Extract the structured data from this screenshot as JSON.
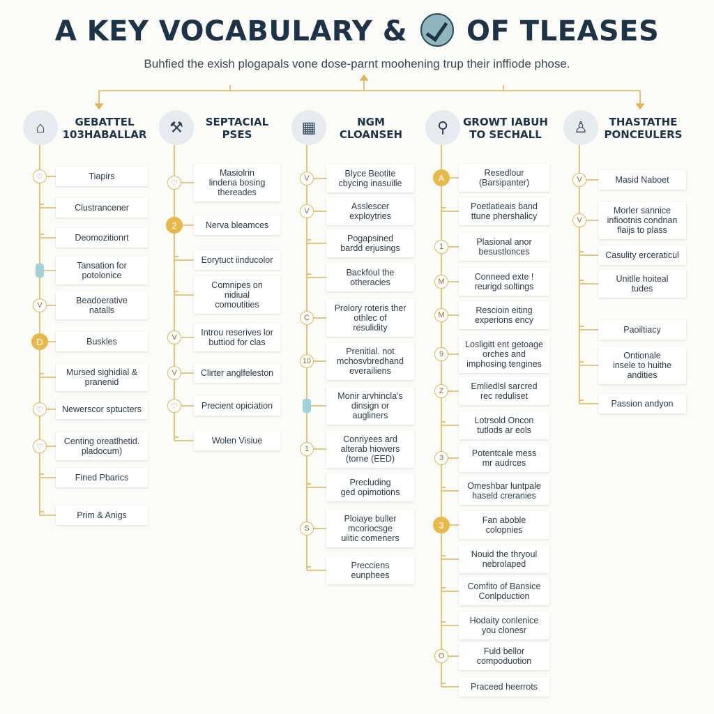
{
  "title": {
    "left": "A KEY VOCABULARY &",
    "right": "OF TLEASES"
  },
  "subtitle": "Buhfied the exish plogapals vone dose-parnt moohening trup their inffiode phose.",
  "colors": {
    "gold": "#e0b555",
    "navy": "#1d3347",
    "icon_bg": "#e6ebf0"
  },
  "columns": [
    {
      "icon": "house-icon",
      "glyph": "⌂",
      "heading": "GEBATTEL\n103HABALLAR",
      "items": [
        {
          "text": "Tiapirs",
          "marker": "heart"
        },
        {
          "text": "Clustrancener",
          "marker": "tick"
        },
        {
          "text": "Deomozitionrt",
          "marker": "tick"
        },
        {
          "text": "Tansation for\npotolonice",
          "marker": "teal"
        },
        {
          "text": "Beadoerative\nnatalls",
          "marker": "V"
        },
        {
          "text": "Buskles",
          "marker": "D"
        },
        {
          "text": "Mursed sighidial &\npranenid",
          "marker": "tick"
        },
        {
          "text": "Newerscor sptucters",
          "marker": "heart"
        },
        {
          "text": "Centing oreatlhetid.\npladocum)",
          "marker": "heart"
        },
        {
          "text": "Fined Pbarics",
          "marker": "tick"
        },
        {
          "text": "Prim & Anigs",
          "marker": "tick"
        }
      ]
    },
    {
      "icon": "factory-icon",
      "glyph": "⚒",
      "heading": "SEPTACIAL\nPSES",
      "items": [
        {
          "text": "Masiolrin\nlindena bosing\nthereades",
          "marker": "heart"
        },
        {
          "text": "Nerva bleamces",
          "marker": "2"
        },
        {
          "text": "Eorytuct iinducolor",
          "marker": "tick"
        },
        {
          "text": "Comnipes on\nnidiual\ncomoutities",
          "marker": "tick"
        },
        {
          "text": "Introu reserives lor\nbuttiod for clas",
          "marker": "V"
        },
        {
          "text": "Clirter anglfeleston",
          "marker": "V"
        },
        {
          "text": "Precient opiciation",
          "marker": "heart"
        },
        {
          "text": "Wolen Visiue",
          "marker": "tick"
        }
      ]
    },
    {
      "icon": "calculator-icon",
      "glyph": "▦",
      "heading": "NGM\nCLOANSEH",
      "items": [
        {
          "text": "Blyce Beotite\ncbycing inasuille",
          "marker": "V"
        },
        {
          "text": "Asslescer\nexploytries",
          "marker": "V"
        },
        {
          "text": "Pogapsined\nbardd erjusings",
          "marker": "tick"
        },
        {
          "text": "Backfoul the\notheracies",
          "marker": "tick"
        },
        {
          "text": "Prolory roteris ther\nothlec of\nresulidity",
          "marker": "C"
        },
        {
          "text": "Prenitial. not\nmchosvbredhand\neverailiens",
          "marker": "10"
        },
        {
          "text": "Monir arvhincla's\ndinsign or\naugliners",
          "marker": "teal"
        },
        {
          "text": "Conriyees ard\nalterab hiowers\n(torne (EED)",
          "marker": "1"
        },
        {
          "text": "Precluding\nged opimotions",
          "marker": "tick"
        },
        {
          "text": "Ploiaye buller\nmcoriocsge\nuiitic comeners",
          "marker": "S"
        },
        {
          "text": "Precciens\neunphees",
          "marker": "tick"
        }
      ]
    },
    {
      "icon": "faucet-icon",
      "glyph": "⚲",
      "heading": "GROWT IABUH\nTO SECHALL",
      "items": [
        {
          "text": "Resedlour\n(Barsipanter)",
          "marker": "A"
        },
        {
          "text": "Poetlatieais band\nttune phershalicy",
          "marker": "tick"
        },
        {
          "text": "Plasional anor\nbesustlonces",
          "marker": "1"
        },
        {
          "text": "Conneed exte !\nreurigd soltings",
          "marker": "M"
        },
        {
          "text": "Rescioin eiting\nexperions ency",
          "marker": "M"
        },
        {
          "text": "Losligitt ent getoage\norches and\nimphosing tengines",
          "marker": "9"
        },
        {
          "text": "Emliedlsl sarcred\nrec reduliset",
          "marker": "Z"
        },
        {
          "text": "Lotrsold Oncon\ntutlods ar eols",
          "marker": "tick"
        },
        {
          "text": "Potentcale mess\nmr audrces",
          "marker": "3"
        },
        {
          "text": "Omeshbar luntpale\nhaseld creranies",
          "marker": "tick"
        },
        {
          "text": "Fan aboble\ncolopnies",
          "marker": "3"
        },
        {
          "text": "Nouid the thryoul\nnebrolaped",
          "marker": "tick"
        },
        {
          "text": "Comfito of Bansice\nConlpduction",
          "marker": "tick"
        },
        {
          "text": "Hodaity conlenice\nyou clonesr",
          "marker": "tick"
        },
        {
          "text": "Fuld bellor\ncompoduotion",
          "marker": "O"
        },
        {
          "text": "Praceed heerrots",
          "marker": "tick"
        }
      ]
    },
    {
      "icon": "person-icon",
      "glyph": "♙",
      "heading": "THASTATHE\nPONCEULERS",
      "items": [
        {
          "text": "Masid Naboet",
          "marker": "V"
        },
        {
          "text": "Morler sannice\ninfiootnis condnan\nflaijs to plass",
          "marker": "V"
        },
        {
          "text": "Casulity erceraticul",
          "marker": "tick"
        },
        {
          "text": "Unitlle hoiteal\ntudes",
          "marker": "tick"
        },
        {
          "text": "Paoiltiacy",
          "marker": "tick"
        },
        {
          "text": "Ontionale\ninsele to huithe\nandities",
          "marker": "tick"
        },
        {
          "text": "Passion andyon",
          "marker": "tick"
        }
      ]
    }
  ]
}
